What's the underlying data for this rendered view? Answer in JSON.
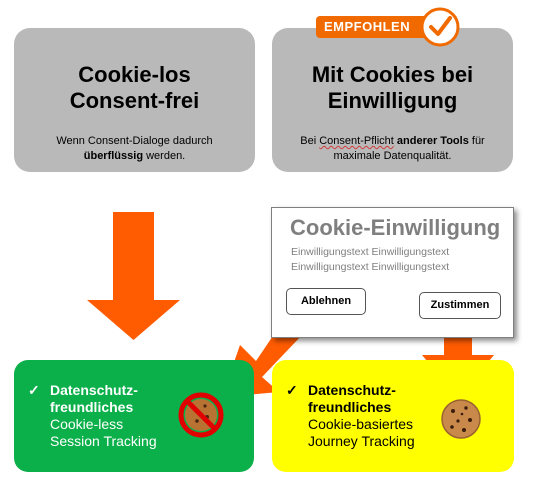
{
  "left_card": {
    "title_line1": "Cookie-los",
    "title_line2": "Consent-frei",
    "desc_line1": "Wenn Consent-Dialoge dadurch",
    "desc_bold": "überflüssig",
    "desc_rest": " werden."
  },
  "right_card": {
    "badge": "EMPFOHLEN",
    "title_line1": "Mit Cookies bei",
    "title_line2": "Einwilligung",
    "desc_pre": "Bei ",
    "desc_underlined": "Consent-Pflicht",
    "desc_mid": " ",
    "desc_bold": "anderer Tools",
    "desc_post": " für",
    "desc_line2": "maximale Datenqualität."
  },
  "consent_dialog": {
    "title": "Cookie-Einwilligung",
    "text_line1": "Einwilligungstext Einwilligungstext",
    "text_line2": "Einwilligungstext Einwilligungstext",
    "reject_label": "Ablehnen",
    "accept_label": "Zustimmen"
  },
  "result_left": {
    "check": "✓",
    "line1": "Datenschutz-",
    "line2": "freundliches",
    "line3": "Cookie-less",
    "line4": "Session Tracking",
    "icon": "no-cookie-icon"
  },
  "result_right": {
    "check": "✓",
    "line1": "Datenschutz-",
    "line2": "freundliches",
    "line3": "Cookie-basiertes",
    "line4": "Journey Tracking",
    "icon": "cookie-icon"
  },
  "colors": {
    "card_gray": "#b9b9b9",
    "accent_orange": "#f06a00",
    "result_green": "#0cb04a",
    "result_yellow": "#ffff00",
    "dialog_gray": "#7f7f7f"
  }
}
